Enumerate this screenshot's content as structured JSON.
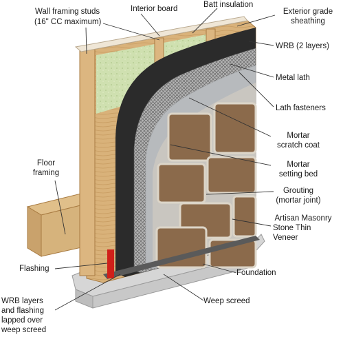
{
  "labels": {
    "wall_framing_studs": "Wall framing studs",
    "wall_framing_studs_note": "(16\" CC maximum)",
    "interior_board": "Interior board",
    "batt_insulation": "Batt insulation",
    "exterior_sheathing_1": "Exterior grade",
    "exterior_sheathing_2": "sheathing",
    "wrb": "WRB (2 layers)",
    "metal_lath": "Metal lath",
    "lath_fasteners": "Lath fasteners",
    "mortar_scratch_1": "Mortar",
    "mortar_scratch_2": "scratch coat",
    "mortar_setting_1": "Mortar",
    "mortar_setting_2": "setting bed",
    "grouting_1": "Grouting",
    "grouting_2": "(mortar joint)",
    "veneer_1": "Artisan Masonry",
    "veneer_2": "Stone Thin",
    "veneer_3": "Veneer",
    "floor_framing_1": "Floor",
    "floor_framing_2": "framing",
    "flashing": "Flashing",
    "foundation": "Foundation",
    "weep_screed": "Weep screed",
    "wrb_flashing_1": "WRB layers",
    "wrb_flashing_2": "and flashing",
    "wrb_flashing_3": "lapped over",
    "wrb_flashing_4": "weep screed"
  },
  "colors": {
    "wood": "#d9b27a",
    "wood_dark": "#b8894e",
    "insulation": "#cfe0b0",
    "wrb": "#2a2a2a",
    "lath": "#8a8a8a",
    "scratch_coat": "#b9bcbf",
    "stone": "#8c6a4c",
    "grout": "#d9d2c6",
    "flashing": "#d0201a",
    "foundation": "#cfcfcf"
  }
}
